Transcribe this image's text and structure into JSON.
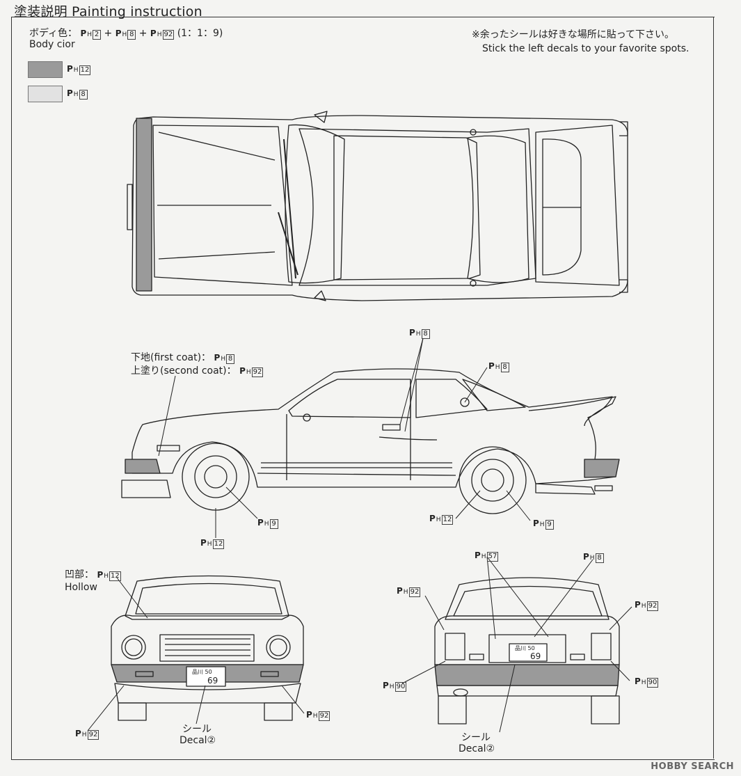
{
  "title": "塗装説明 Painting instruction",
  "body_color": {
    "jp": "ボディ色：",
    "en": "Body cior",
    "formula": "P H 2 + P H 8 + P H 92 (1：1：9)"
  },
  "note": {
    "jp": "※余ったシールは好きな場所に貼って下さい。",
    "en": "Stick the left decals to your favorite spots."
  },
  "legend": [
    {
      "code": "12",
      "color": "#9a9a9a"
    },
    {
      "code": "8",
      "color": "#e2e2e2"
    }
  ],
  "side_view": {
    "first_coat": "下地(first coat)：",
    "first_coat_code": "8",
    "second_coat": "上塗り(second coat)：",
    "second_coat_code": "92",
    "callouts": [
      "8",
      "8",
      "9",
      "12",
      "12",
      "9"
    ]
  },
  "front_view": {
    "hollow_jp": "凹部：",
    "hollow_en": "Hollow",
    "hollow_code": "12",
    "callouts": [
      "92",
      "92"
    ],
    "decal_jp": "シール",
    "decal_en": "Decal②",
    "plate_top": "品川 50",
    "plate_num": "69"
  },
  "rear_view": {
    "callouts": [
      "57",
      "8",
      "92",
      "92",
      "90",
      "90"
    ],
    "decal_jp": "シール",
    "decal_en": "Decal②",
    "plate_top": "品川 50",
    "plate_num": "69"
  },
  "watermark": "HOBBY SEARCH"
}
